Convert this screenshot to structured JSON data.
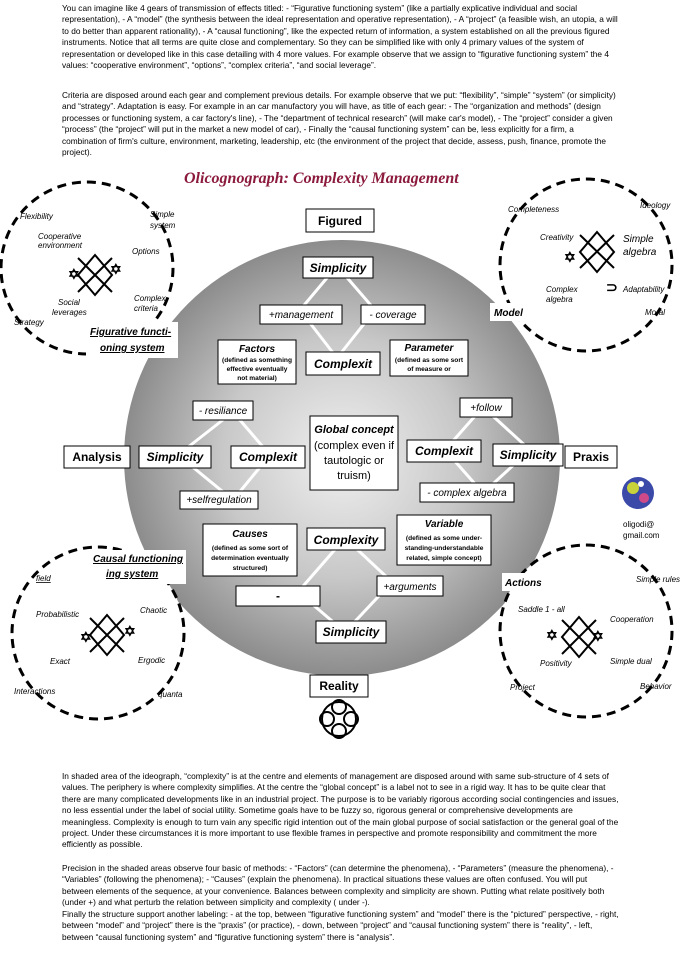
{
  "intro": {
    "p1": "You can imagine like 4 gears of transmission of effects titled: - “Figurative functioning system” (like a partially explicative individual and social representation), - A “model” (the synthesis between the ideal representation and operative representation), - A “project” (a feasible wish, an utopia, a will to do better than apparent rationality), - A “causal functioning”, like the expected return of information, a system established on all the previous figured instruments. Notice that all terms are quite close and complementary. So they can be simplified like with only 4 primary values of the system of representation or developed like in this case detailing with 4 more values. For example observe that we assign to “figurative functioning system” the 4 values: “cooperative environment”, “options”, “complex criteria”, “and social leverage”.",
    "p2": "Criteria are disposed around each gear and complement previous details. For example observe that we put: “flexibility”, “simple” “system” (or simplicity) and “strategy”. Adaptation is easy. For example in an car manufactory you will have, as title of each gear: - The “organization and methods” (design processes or functioning system, a car factory's line), - The “department of technical research” (will make car's model), - The “project” consider a given “process” (the “project” will put in the market a new model of car), - Finally the “causal functioning system” can be, less explicitly for a firm, a combination of firm's culture, environment, marketing, leadership, etc (the environment of the project that decide, assess, push, finance, promote the project)."
  },
  "diagram": {
    "title": "Olicognograph: Complexity Management",
    "poles": {
      "top": "Figured",
      "left": "Analysis",
      "right": "Praxis",
      "bottom": "Reality"
    },
    "global": {
      "title": "Global concept",
      "l1": "(complex even if",
      "l2": "tautologic or",
      "l3": "truism)"
    },
    "top": {
      "simplicity": "Simplicity",
      "plus": "+management",
      "minus": "- coverage",
      "complex": "Complexit",
      "factors": {
        "title": "Factors",
        "l1": "(defined as something",
        "l2": "effective eventually",
        "l3": "not material)"
      },
      "parameter": {
        "title": "Parameter",
        "l1": "(defined as some sort",
        "l2": "of measure or"
      }
    },
    "left": {
      "minus": "- resiliance",
      "simplicity": "Simplicity",
      "complex": "Complexit",
      "plus": "+selfregulation"
    },
    "right": {
      "plus": "+follow",
      "complex": "Complexit",
      "simplicity": "Simplicity",
      "minus": "- complex algebra"
    },
    "bottom": {
      "complexity": "Complexity",
      "dash": "-",
      "plus": "+arguments",
      "simplicity": "Simplicity",
      "causes": {
        "title": "Causes",
        "l1": "(defined as some sort of",
        "l2": "determination eventually",
        "l3": "structured)"
      },
      "variable": {
        "title": "Variable",
        "l1": "(defined as some under-",
        "l2": "standing-understandable",
        "l3": "related, simple concept)"
      }
    },
    "gear_tl": {
      "title1": "Figurative functi-",
      "title2": "oning system",
      "flexibility": "Flexibility",
      "simple": "Simple",
      "system": "system",
      "coop1": "Cooperative",
      "coop2": "environment",
      "options": "Options",
      "social1": "Social",
      "social2": "leverages",
      "complex1": "Complex",
      "complex2": "criteria",
      "strategy": "Strategy"
    },
    "gear_tr": {
      "title": "Model",
      "completeness": "Completeness",
      "ideology": "Ideology",
      "creativity": "Creativity",
      "simple1": "Simple",
      "simple2": "algebra",
      "complex1": "Complex",
      "complex2": "algebra",
      "adaptability": "Adaptability",
      "moral": "Moral"
    },
    "gear_bl": {
      "title1": "Causal functioning",
      "title2": "ing system",
      "field": "field",
      "probabilistic": "Probabilistic",
      "chaotic": "Chaotic",
      "exact": "Exact",
      "ergodic": "Ergodic",
      "interactions": "Interactions",
      "quanta": "quanta"
    },
    "gear_br": {
      "title": "Actions",
      "simple_rules": "Simple rules",
      "saddle": "Saddle 1 - all",
      "cooperation": "Cooperation",
      "positivity": "Positivity",
      "simple_dual": "Simple dual",
      "project": "Project",
      "behavior": "Behavior"
    },
    "contact": {
      "l1": "oligodi@",
      "l2": "gmail.com"
    },
    "colors": {
      "title": "#8b1a3d",
      "circle_light": "#e8e8e8",
      "circle_dark": "#8c8c8c"
    }
  },
  "outro": {
    "p1": "In shaded area of the ideograph, “complexity” is at the centre and elements of management are disposed around with same sub-structure of 4 sets of values. The periphery is where complexity simplifies. At the centre the “global concept” is a label not to see in a rigid way. It has to be quite clear that there are many complicated developments like in an industrial project. The purpose is to be variably rigorous according social contingencies and issues, no less essential under the label of social utility. Sometime goals have to be fuzzy so, rigorous general or comprehensive developments are meaningless. Complexity is enough to turn vain any specific rigid intention out of the main global purpose of social satisfaction or the general goal of the project. Under these circumstances it is more important to use flexible frames in perspective and promote responsibility and commitment the more efficiently as possible.",
    "p2": "Precision in the shaded areas observe four basic of methods: - “Factors” (can determine the phenomena), - “Parameters” (measure the phenomena), - “Variables” (following the phenomena); - “Causes” (explain the phenomena). In practical situations these values are often confused. You will put between elements of the sequence, at your convenience. Balances between complexity and simplicity are shown. Putting what relate positively both (under +) and what perturb the relation between simplicity and complexity ( under -).",
    "p3": "Finally the structure support another labeling: - at the top, between “figurative functioning system” and “model” there is the “pictured” perspective, - right, between “model” and “project” there is the “praxis” (or practice), - down, between “project” and “causal functioning system” there is “reality”, - left, between “causal functioning system” and “figurative functioning system” there is “analysis”."
  }
}
